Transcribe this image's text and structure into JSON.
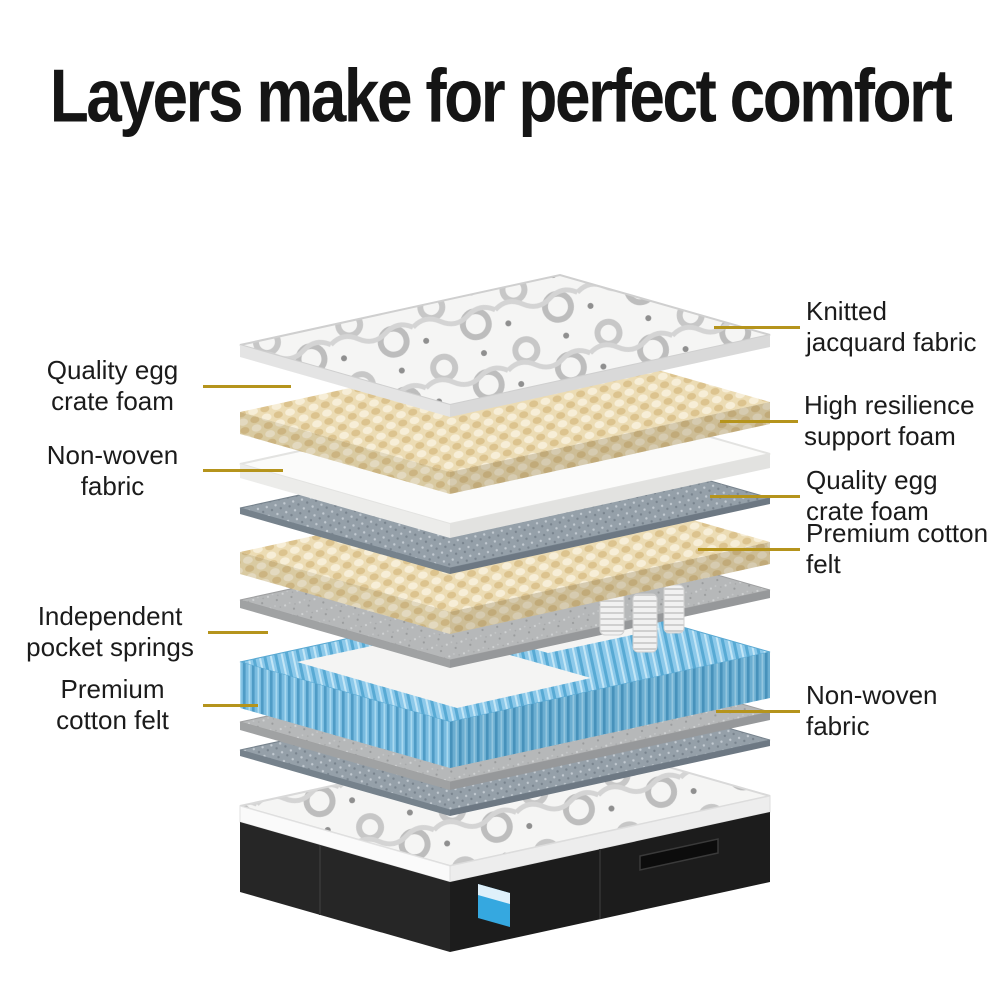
{
  "title": "Layers make for perfect comfort",
  "colors": {
    "accent_line": "#b5941c",
    "title_text": "#151515",
    "label_text": "#1b1b1b",
    "background": "#ffffff",
    "jacquard_white": "#f5f5f4",
    "egg_crate_foam": "#ecdcb4",
    "support_foam": "#fbfbfa",
    "non_woven_fabric": "#95a0a9",
    "cotton_felt": "#b6b8b9",
    "pocket_springs_blue": "#8cc9ea",
    "base_black": "#262626",
    "brand_label_blue": "#35a8e0"
  },
  "labels_left": [
    {
      "text": "Quality egg\ncrate foam"
    },
    {
      "text": "Non-woven\nfabric"
    },
    {
      "text": "Independent\npocket springs"
    },
    {
      "text": "Premium\ncotton felt"
    }
  ],
  "labels_right": [
    {
      "text": "Knitted\njacquard fabric"
    },
    {
      "text": "High resilience\nsupport foam"
    },
    {
      "text": "Quality egg\ncrate foam"
    },
    {
      "text": "Premium cotton\nfelt"
    },
    {
      "text": "Non-woven\nfabric"
    }
  ],
  "layers": [
    {
      "name": "Knitted jacquard fabric",
      "color": "#f5f5f4"
    },
    {
      "name": "Quality egg crate foam",
      "color": "#ecdcb4"
    },
    {
      "name": "High resilience support foam",
      "color": "#fbfbfa"
    },
    {
      "name": "Non-woven fabric",
      "color": "#95a0a9"
    },
    {
      "name": "Quality egg crate foam",
      "color": "#ecdcb4"
    },
    {
      "name": "Premium cotton felt",
      "color": "#b6b8b9"
    },
    {
      "name": "Independent pocket springs",
      "color": "#8cc9ea"
    },
    {
      "name": "Premium cotton felt",
      "color": "#b6b8b9"
    },
    {
      "name": "Non-woven fabric",
      "color": "#95a0a9"
    },
    {
      "name": "Mattress base",
      "color": "#262626"
    }
  ]
}
